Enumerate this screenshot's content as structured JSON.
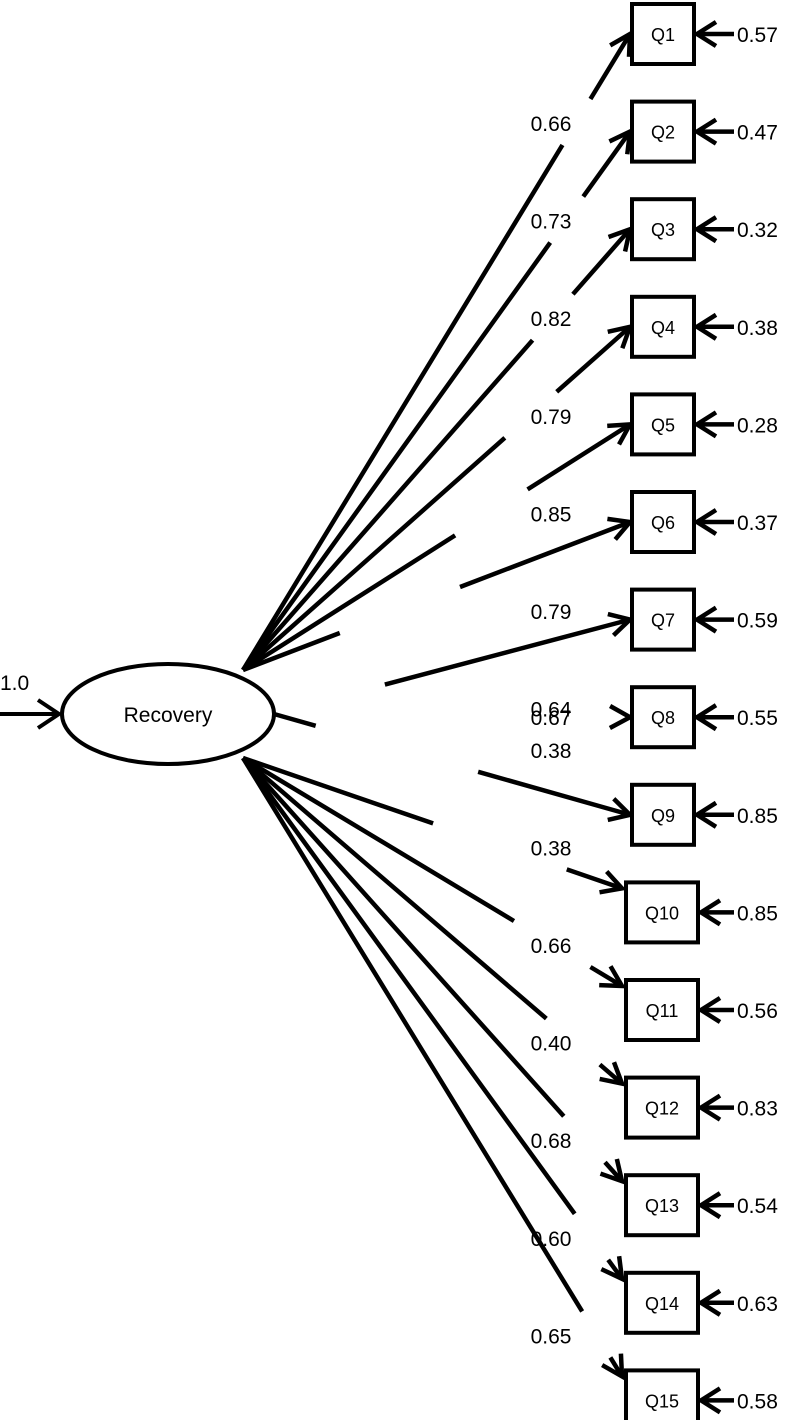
{
  "latent": {
    "label": "Recovery",
    "variance": "1.0"
  },
  "items": [
    {
      "label": "Q1",
      "loading": "0.66",
      "error": "0.57"
    },
    {
      "label": "Q2",
      "loading": "0.73",
      "error": "0.47"
    },
    {
      "label": "Q3",
      "loading": "0.82",
      "error": "0.32"
    },
    {
      "label": "Q4",
      "loading": "0.79",
      "error": "0.38"
    },
    {
      "label": "Q5",
      "loading": "0.85",
      "error": "0.28"
    },
    {
      "label": "Q6",
      "loading": "0.79",
      "error": "0.37"
    },
    {
      "label": "Q7",
      "loading": "0.64",
      "error": "0.59"
    },
    {
      "label": "Q8",
      "loading": "0.67",
      "error": "0.55"
    },
    {
      "label": "Q9",
      "loading": "0.38",
      "error": "0.85"
    },
    {
      "label": "Q10",
      "loading": "0.38",
      "error": "0.85"
    },
    {
      "label": "Q11",
      "loading": "0.66",
      "error": "0.56"
    },
    {
      "label": "Q12",
      "loading": "0.40",
      "error": "0.83"
    },
    {
      "label": "Q13",
      "loading": "0.68",
      "error": "0.54"
    },
    {
      "label": "Q14",
      "loading": "0.60",
      "error": "0.63"
    },
    {
      "label": "Q15",
      "loading": "0.65",
      "error": "0.58"
    }
  ]
}
